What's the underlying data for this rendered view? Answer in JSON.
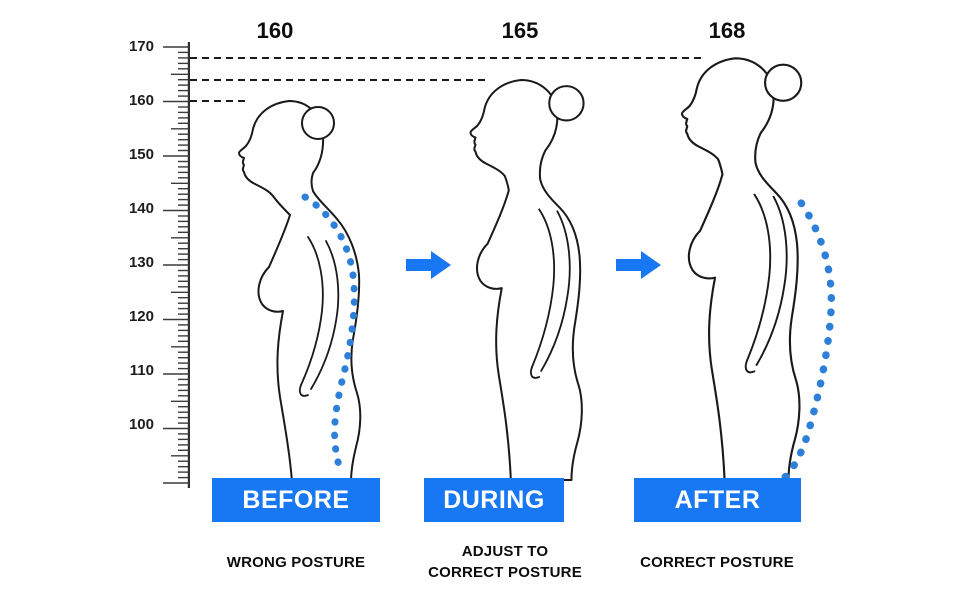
{
  "colors": {
    "accent": "#1877F2",
    "spine_dots": "#2E7FD8",
    "outline": "#1A1A1A",
    "guide_lines": "#1B1B1B"
  },
  "ruler_labels": [
    "170",
    "160",
    "150",
    "140",
    "130",
    "120",
    "110",
    "100"
  ],
  "icons": {
    "stage_arrow": "right-arrow-icon",
    "spine": "spine-dots"
  },
  "stages": [
    {
      "label": "BEFORE",
      "height": "160",
      "caption_lines": [
        "WRONG POSTURE"
      ]
    },
    {
      "label": "DURING",
      "height": "165",
      "caption_lines": [
        "ADJUST TO",
        "CORRECT POSTURE"
      ]
    },
    {
      "label": "AFTER",
      "height": "168",
      "caption_lines": [
        "CORRECT POSTURE"
      ]
    }
  ]
}
